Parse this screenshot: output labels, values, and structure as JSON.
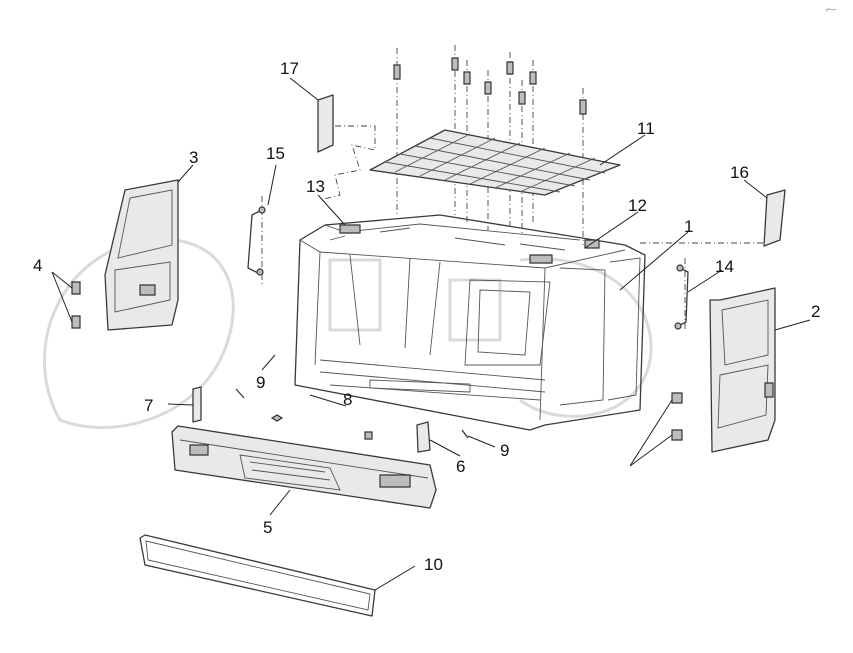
{
  "diagram": {
    "corner_mark": "⌐–",
    "callouts": {
      "c1": "1",
      "c2": "2",
      "c3": "3",
      "c4": "4",
      "c5": "5",
      "c6": "6",
      "c7": "7",
      "c8": "8",
      "c9a": "9",
      "c9b": "9",
      "c10": "10",
      "c11": "11",
      "c12": "12",
      "c13": "13",
      "c14": "14",
      "c15": "15",
      "c16": "16",
      "c17": "17"
    }
  }
}
